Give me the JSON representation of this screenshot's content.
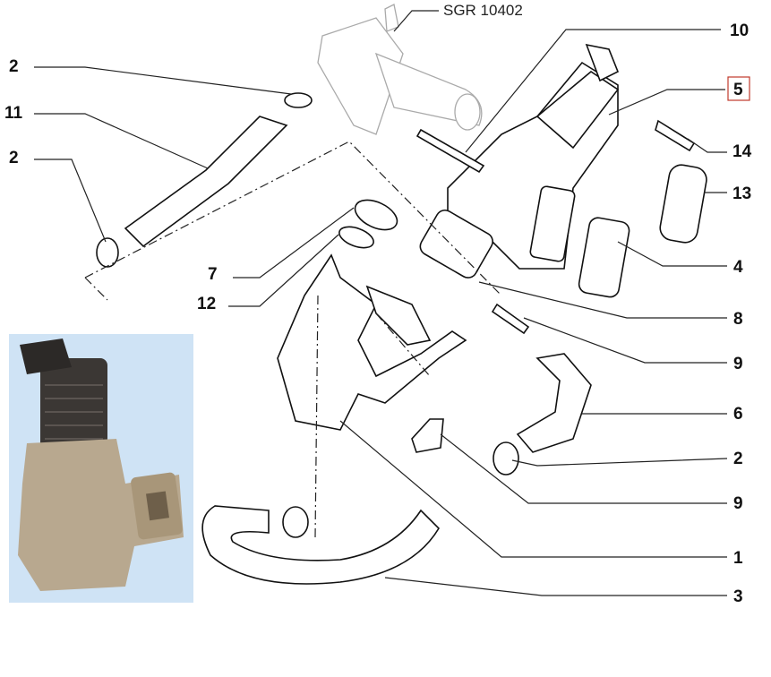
{
  "reference": "SGR 10402",
  "callouts": {
    "a": "2",
    "b": "11",
    "c": "2",
    "d": "10",
    "e": "5",
    "f": "14",
    "g": "13",
    "h": "4",
    "i": "8",
    "j": "9",
    "k": "6",
    "l": "2",
    "m": "9",
    "n": "1",
    "o": "3",
    "p": "7",
    "q": "12"
  },
  "colors": {
    "highlight_box": "#c0392b",
    "photo_bg": "#cfe3f5"
  }
}
